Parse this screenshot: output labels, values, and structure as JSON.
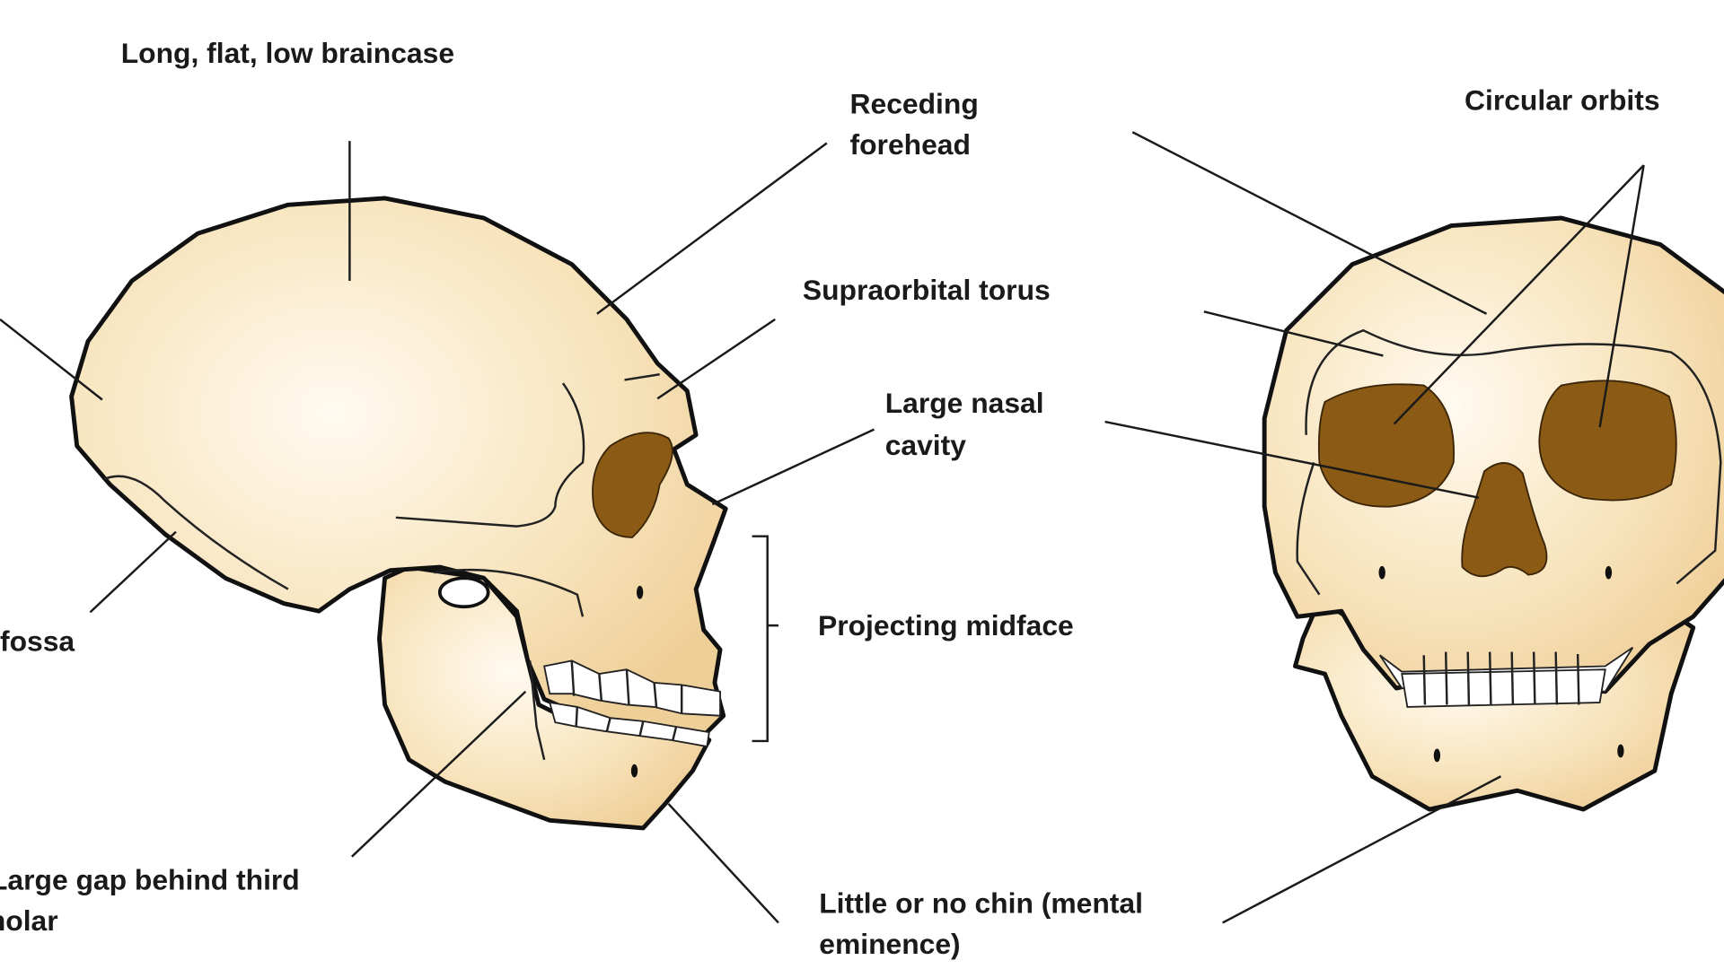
{
  "colors": {
    "bone": "#f5dcae",
    "bone_highlight": "#fffaf0",
    "cavity": "#8b5a14",
    "outline": "#111111"
  },
  "labels": {
    "braincase": "Long, flat, low braincase",
    "forehead_1": "Receding",
    "forehead_2": "forehead",
    "orbits": "Circular orbits",
    "torus": "Supraorbital torus",
    "nasal_1": "Large nasal",
    "nasal_2": "cavity",
    "fossa": "fossa",
    "midface": "Projecting midface",
    "gap_1": "Large gap behind third",
    "gap_2": "molar",
    "chin_1": "Little or no chin (mental",
    "chin_2": "eminence)"
  }
}
